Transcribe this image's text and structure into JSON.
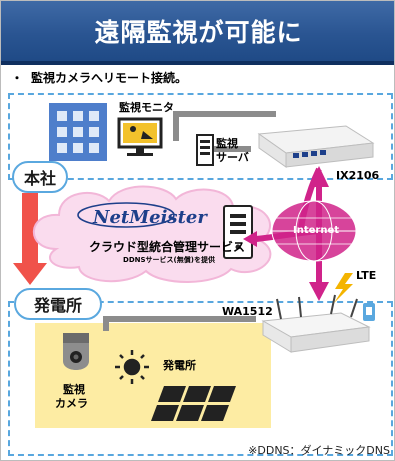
{
  "header": {
    "title": "遠隔監視が可能に"
  },
  "bullet": {
    "text": "監視カメラへリモート接続。"
  },
  "hq": {
    "label": "本社",
    "monitor_label": "監視モニタ",
    "server_label_1": "監視",
    "server_label_2": "サーバ",
    "router_label": "IX2106"
  },
  "cloud": {
    "logo": "NetMeister",
    "title": "クラウド型統合管理サービス",
    "subtitle": "DDNSサービス(無償)を提供",
    "internet_label": "Internet"
  },
  "plant": {
    "label": "発電所",
    "router_label": "WA1512",
    "lte_label": "LTE",
    "camera_label_1": "監視",
    "camera_label_2": "カメラ",
    "solar_label": "発電所"
  },
  "footnote": "※DDNS：ダイナミックDNS",
  "colors": {
    "banner": "#2a5592",
    "dashed_border": "#59a7de",
    "arrow_red": "#f0524a",
    "internet_magenta": "#d0238a",
    "cloud_fill": "#fadcee",
    "plant_fill": "#fdeca3"
  }
}
